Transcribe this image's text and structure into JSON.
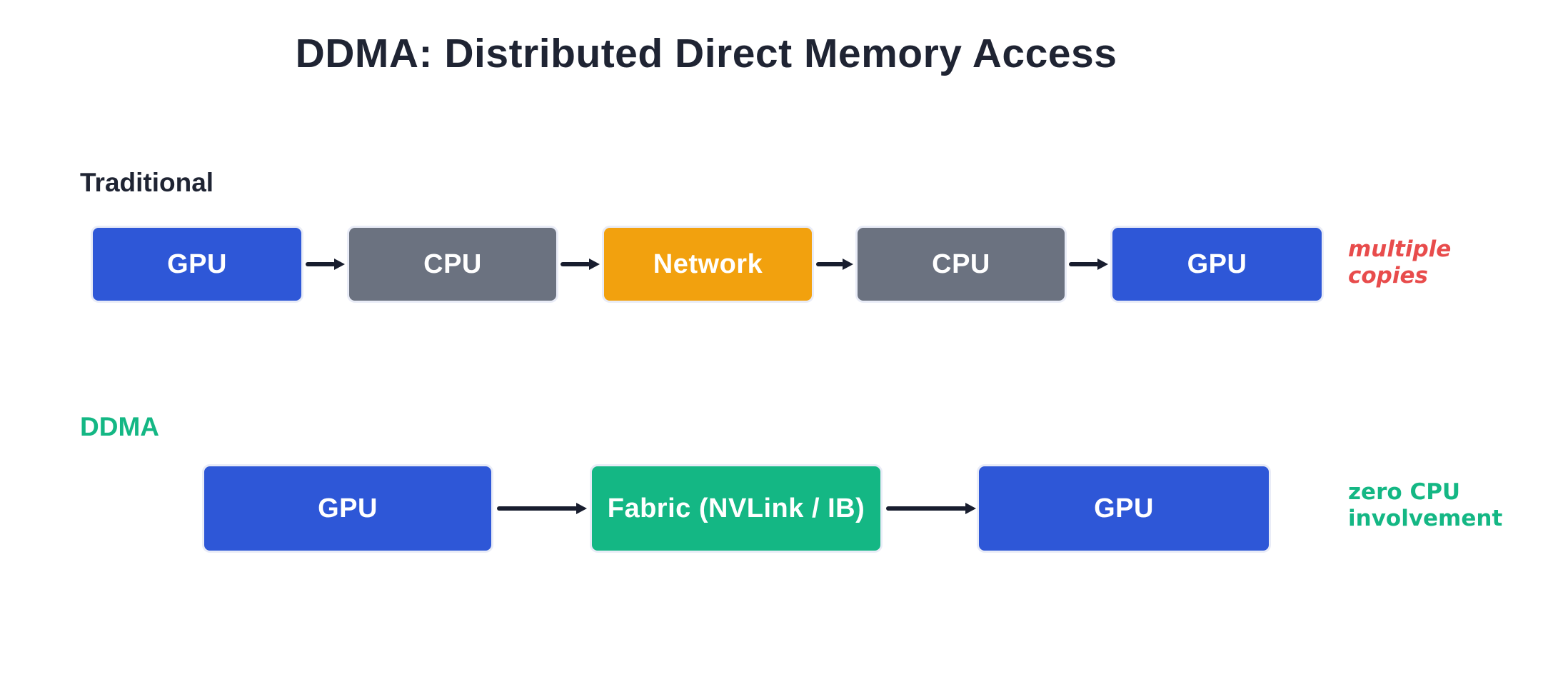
{
  "title": "DDMA: Distributed Direct Memory Access",
  "colors": {
    "background": "#ffffff",
    "title": "#1f2433",
    "label-dark": "#1f2433",
    "label-green": "#14b784",
    "node-blue": "#2e57d7",
    "node-gray": "#6b7280",
    "node-orange": "#f2a10e",
    "node-green": "#14b784",
    "node-text": "#ffffff",
    "arrow": "#181d2e",
    "annot-red": "#e84c4c",
    "annot-green": "#14b784"
  },
  "rows": [
    {
      "label": "Traditional",
      "nodes": [
        {
          "label": "GPU",
          "color": "blue"
        },
        {
          "label": "CPU",
          "color": "gray"
        },
        {
          "label": "Network",
          "color": "orange"
        },
        {
          "label": "CPU",
          "color": "gray"
        },
        {
          "label": "GPU",
          "color": "blue"
        }
      ],
      "annotation": {
        "lines": [
          "multiple",
          "copies"
        ],
        "color": "red",
        "emphasis": "italic"
      }
    },
    {
      "label": "DDMA",
      "nodes": [
        {
          "label": "GPU",
          "color": "blue"
        },
        {
          "label": "Fabric (NVLink / IB)",
          "color": "green"
        },
        {
          "label": "GPU",
          "color": "blue"
        }
      ],
      "annotation": {
        "lines": [
          "zero CPU",
          "involvement"
        ],
        "color": "green",
        "emphasis": "bold"
      }
    }
  ]
}
